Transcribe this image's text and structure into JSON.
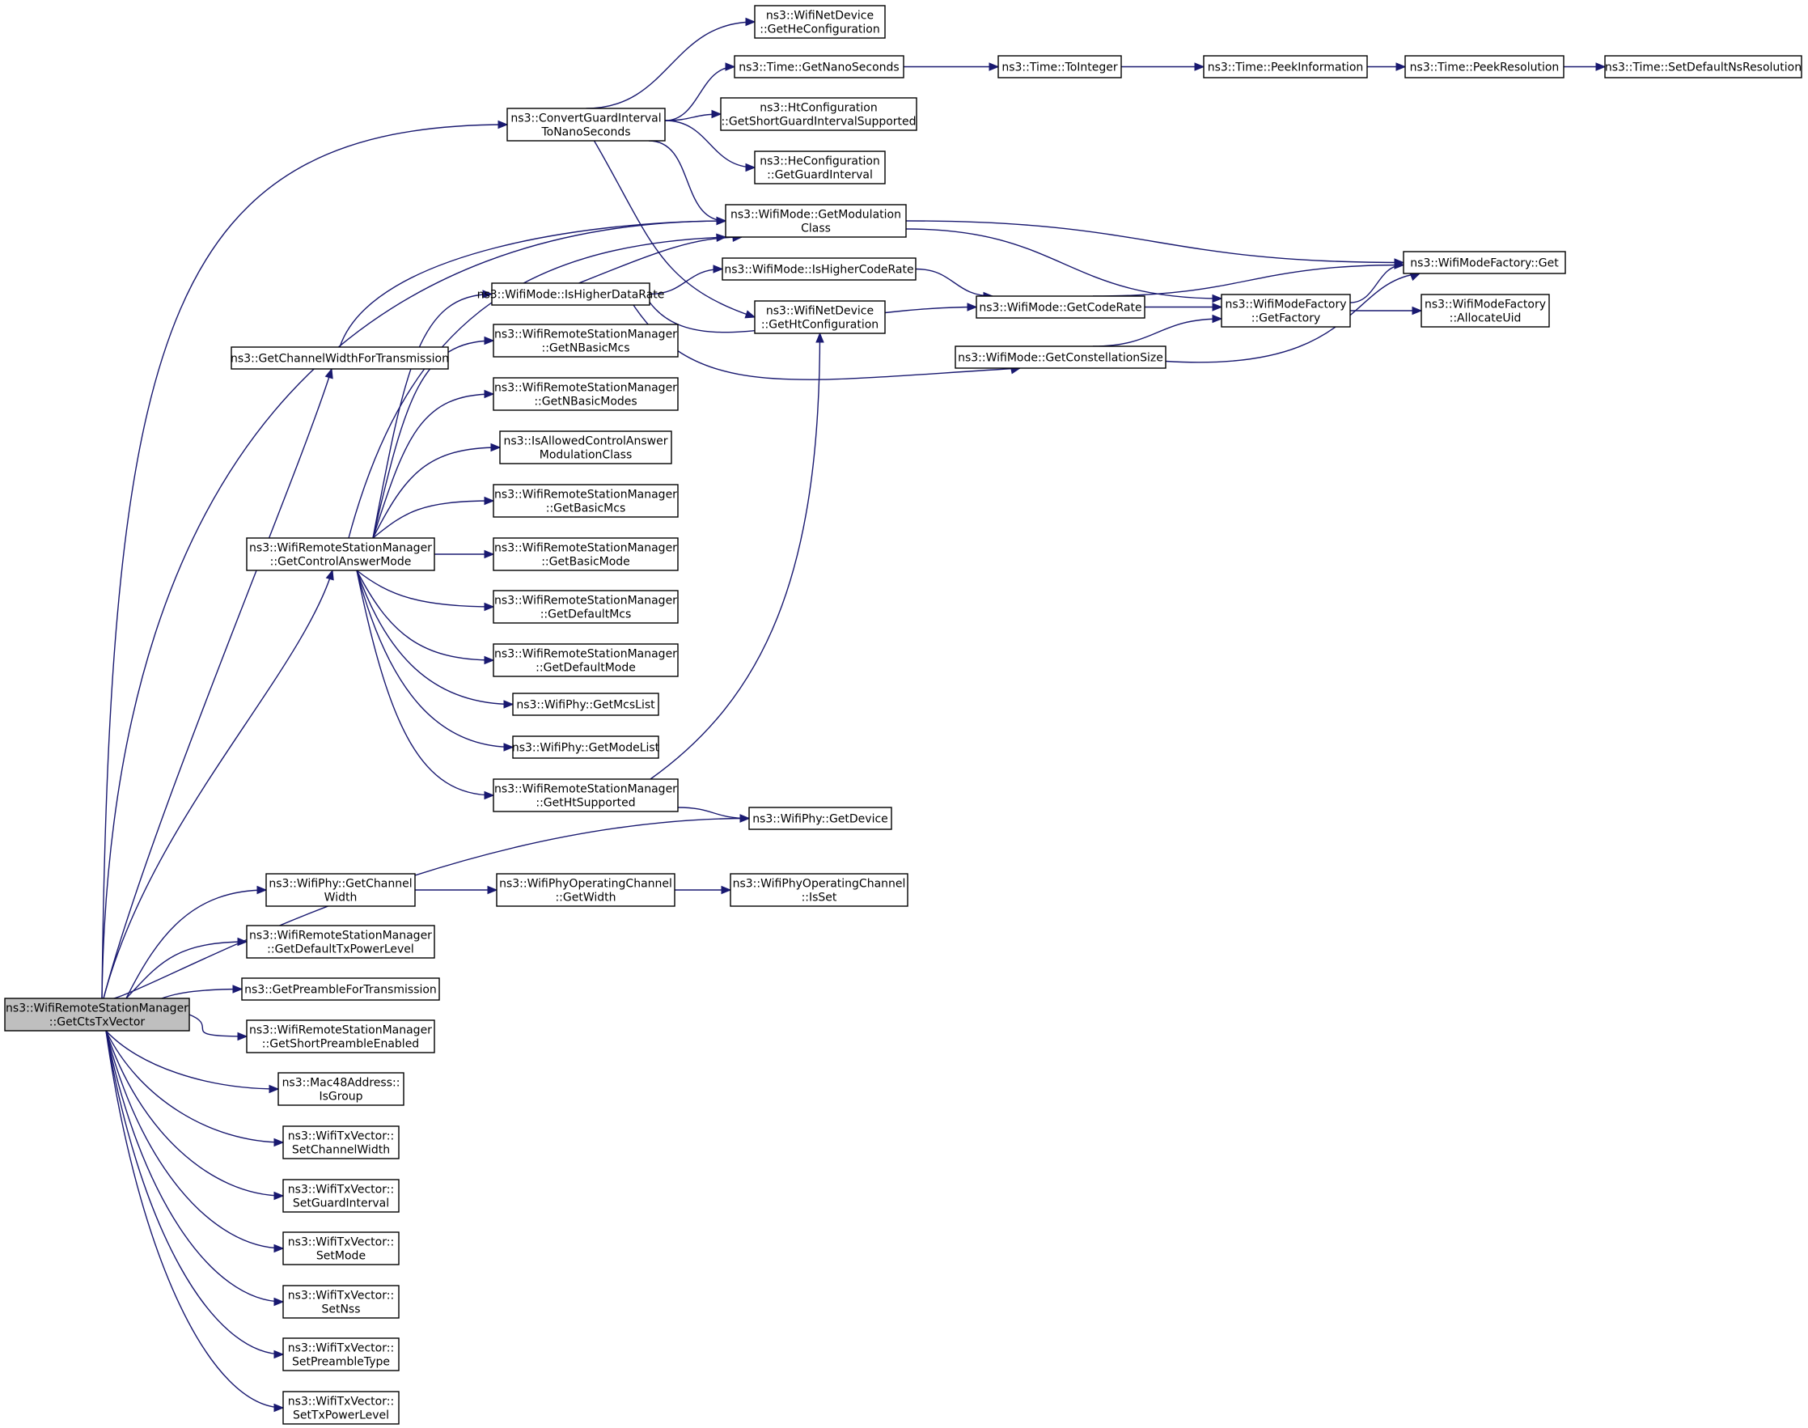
{
  "colors": {
    "edge": "#191970",
    "root_fill": "#bfbfbf",
    "node_fill": "#ffffff",
    "node_stroke": "#000000"
  },
  "nodes": [
    {
      "id": "root",
      "lines": [
        "ns3::WifiRemoteStationManager",
        "::GetCtsTxVector"
      ],
      "root": true
    },
    {
      "id": "cgi",
      "lines": [
        "ns3::ConvertGuardInterval",
        "ToNanoSeconds"
      ]
    },
    {
      "id": "cwft",
      "lines": [
        "ns3::GetChannelWidthForTransmission"
      ]
    },
    {
      "id": "gcam",
      "lines": [
        "ns3::WifiRemoteStationManager",
        "::GetControlAnswerMode"
      ]
    },
    {
      "id": "phydev",
      "lines": [
        "ns3::WifiPhy::GetDevice"
      ]
    },
    {
      "id": "phycw",
      "lines": [
        "ns3::WifiPhy::GetChannel",
        "Width"
      ]
    },
    {
      "id": "gdtpl",
      "lines": [
        "ns3::WifiRemoteStationManager",
        "::GetDefaultTxPowerLevel"
      ]
    },
    {
      "id": "gpft",
      "lines": [
        "ns3::GetPreambleForTransmission"
      ]
    },
    {
      "id": "gspe",
      "lines": [
        "ns3::WifiRemoteStationManager",
        "::GetShortPreambleEnabled"
      ]
    },
    {
      "id": "isgroup",
      "lines": [
        "ns3::Mac48Address::",
        "IsGroup"
      ]
    },
    {
      "id": "scw",
      "lines": [
        "ns3::WifiTxVector::",
        "SetChannelWidth"
      ]
    },
    {
      "id": "sgi",
      "lines": [
        "ns3::WifiTxVector::",
        "SetGuardInterval"
      ]
    },
    {
      "id": "smode",
      "lines": [
        "ns3::WifiTxVector::",
        "SetMode"
      ]
    },
    {
      "id": "snss",
      "lines": [
        "ns3::WifiTxVector::",
        "SetNss"
      ]
    },
    {
      "id": "spt",
      "lines": [
        "ns3::WifiTxVector::",
        "SetPreambleType"
      ]
    },
    {
      "id": "stpl",
      "lines": [
        "ns3::WifiTxVector::",
        "SetTxPowerLevel"
      ]
    },
    {
      "id": "gheconf",
      "lines": [
        "ns3::WifiNetDevice",
        "::GetHeConfiguration"
      ]
    },
    {
      "id": "gns",
      "lines": [
        "ns3::Time::GetNanoSeconds"
      ]
    },
    {
      "id": "gsgis",
      "lines": [
        "ns3::HtConfiguration",
        "::GetShortGuardIntervalSupported"
      ]
    },
    {
      "id": "hegi",
      "lines": [
        "ns3::HeConfiguration",
        "::GetGuardInterval"
      ]
    },
    {
      "id": "gmc",
      "lines": [
        "ns3::WifiMode::GetModulation",
        "Class"
      ]
    },
    {
      "id": "ghtconf",
      "lines": [
        "ns3::WifiNetDevice",
        "::GetHtConfiguration"
      ]
    },
    {
      "id": "ihdr",
      "lines": [
        "ns3::WifiMode::IsHigherDataRate"
      ]
    },
    {
      "id": "gnbmcs",
      "lines": [
        "ns3::WifiRemoteStationManager",
        "::GetNBasicMcs"
      ]
    },
    {
      "id": "gnbmodes",
      "lines": [
        "ns3::WifiRemoteStationManager",
        "::GetNBasicModes"
      ]
    },
    {
      "id": "iacamc",
      "lines": [
        "ns3::IsAllowedControlAnswer",
        "ModulationClass"
      ]
    },
    {
      "id": "gbmcs",
      "lines": [
        "ns3::WifiRemoteStationManager",
        "::GetBasicMcs"
      ]
    },
    {
      "id": "gbmode",
      "lines": [
        "ns3::WifiRemoteStationManager",
        "::GetBasicMode"
      ]
    },
    {
      "id": "gdmcs",
      "lines": [
        "ns3::WifiRemoteStationManager",
        "::GetDefaultMcs"
      ]
    },
    {
      "id": "gdmode",
      "lines": [
        "ns3::WifiRemoteStationManager",
        "::GetDefaultMode"
      ]
    },
    {
      "id": "gmcslist",
      "lines": [
        "ns3::WifiPhy::GetMcsList"
      ]
    },
    {
      "id": "gmodelist",
      "lines": [
        "ns3::WifiPhy::GetModeList"
      ]
    },
    {
      "id": "ghts",
      "lines": [
        "ns3::WifiRemoteStationManager",
        "::GetHtSupported"
      ]
    },
    {
      "id": "opwidth",
      "lines": [
        "ns3::WifiPhyOperatingChannel",
        "::GetWidth"
      ]
    },
    {
      "id": "opisset",
      "lines": [
        "ns3::WifiPhyOperatingChannel",
        "::IsSet"
      ]
    },
    {
      "id": "toint",
      "lines": [
        "ns3::Time::ToInteger"
      ]
    },
    {
      "id": "peekinfo",
      "lines": [
        "ns3::Time::PeekInformation"
      ]
    },
    {
      "id": "peekres",
      "lines": [
        "ns3::Time::PeekResolution"
      ]
    },
    {
      "id": "setdef",
      "lines": [
        "ns3::Time::SetDefaultNsResolution"
      ]
    },
    {
      "id": "ihcr",
      "lines": [
        "ns3::WifiMode::IsHigherCodeRate"
      ]
    },
    {
      "id": "gcr",
      "lines": [
        "ns3::WifiMode::GetCodeRate"
      ]
    },
    {
      "id": "gcs",
      "lines": [
        "ns3::WifiMode::GetConstellationSize"
      ]
    },
    {
      "id": "mfget",
      "lines": [
        "ns3::WifiModeFactory::Get"
      ]
    },
    {
      "id": "mfgetf",
      "lines": [
        "ns3::WifiModeFactory",
        "::GetFactory"
      ]
    },
    {
      "id": "mfalloc",
      "lines": [
        "ns3::WifiModeFactory",
        "::AllocateUid"
      ]
    }
  ]
}
